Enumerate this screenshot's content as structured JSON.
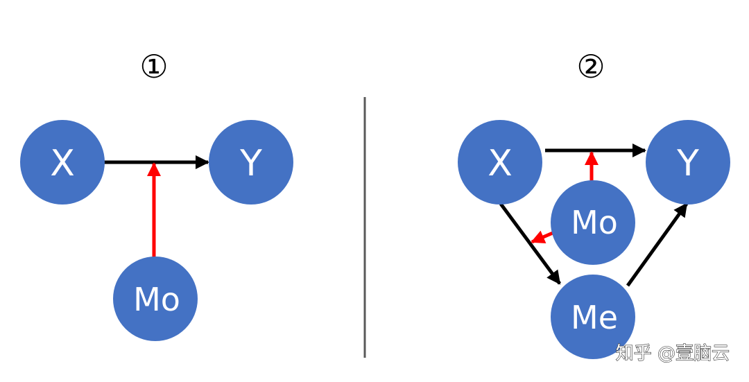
{
  "panels": [
    {
      "label": "①",
      "nodes": {
        "x": "X",
        "y": "Y",
        "mo": "Mo"
      }
    },
    {
      "label": "②",
      "nodes": {
        "x": "X",
        "y": "Y",
        "mo": "Mo",
        "me": "Me"
      }
    }
  ],
  "colors": {
    "node_fill": "#4472c4",
    "causal_arrow": "#000000",
    "moderation_arrow": "#ff0000",
    "divider": "#595959"
  },
  "watermark": "知乎 @壹脑云"
}
